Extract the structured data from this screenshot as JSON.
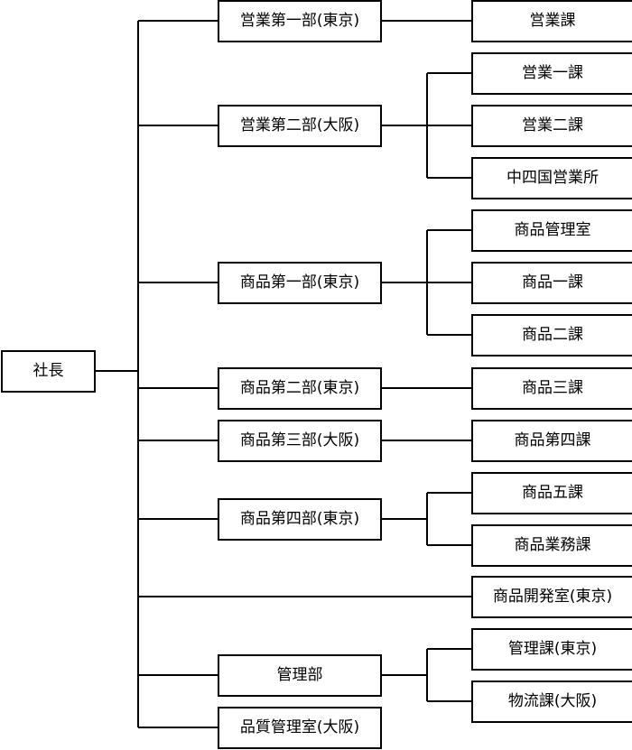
{
  "org_chart": {
    "president": "社長",
    "departments": {
      "sales1": "営業第一部(東京)",
      "sales2": "営業第二部(大阪)",
      "goods1": "商品第一部(東京)",
      "goods2": "商品第二部(東京)",
      "goods3": "商品第三部(大阪)",
      "goods4": "商品第四部(東京)",
      "admin": "管理部",
      "quality": "品質管理室(大阪)"
    },
    "sections": {
      "sales_sec": "営業課",
      "sales_sec1": "営業一課",
      "sales_sec2": "営業二課",
      "chushikoku": "中四国営業所",
      "goods_mgmt": "商品管理室",
      "goods_sec1": "商品一課",
      "goods_sec2": "商品二課",
      "goods_sec3": "商品三課",
      "goods_sec4": "商品第四課",
      "goods_sec5": "商品五課",
      "goods_business": "商品業務課",
      "goods_dev": "商品開発室(東京)",
      "mgmt_sec": "管理課(東京)",
      "logistics_sec": "物流課(大阪)"
    }
  }
}
